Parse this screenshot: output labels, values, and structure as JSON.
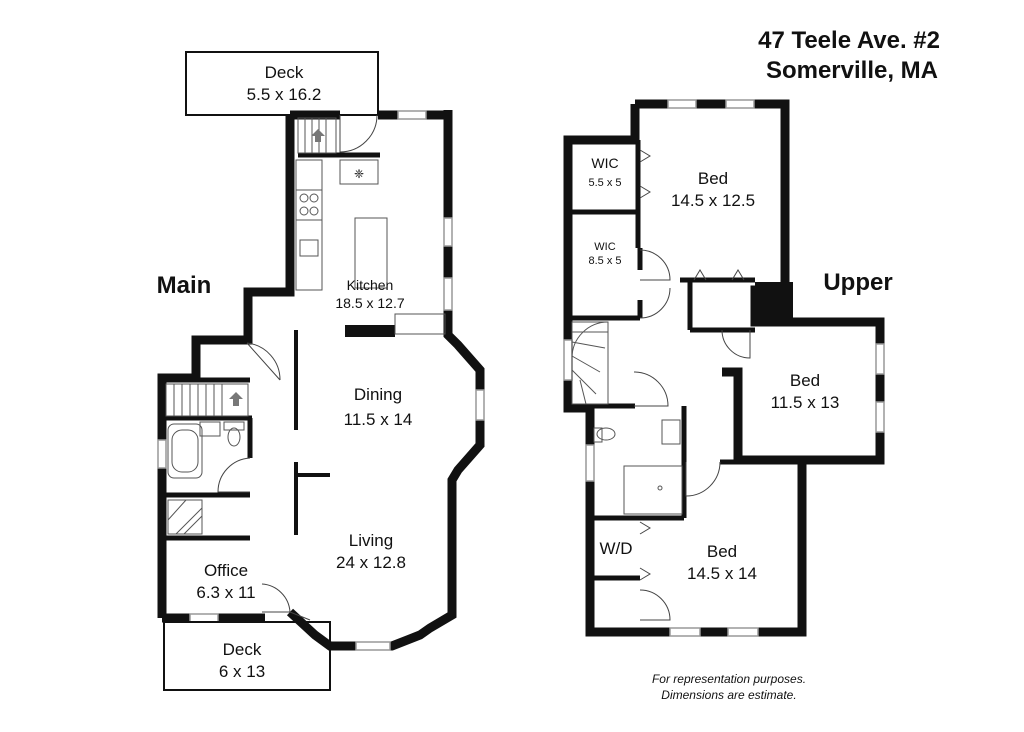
{
  "title": {
    "line1": "47 Teele Ave. #2",
    "line2": "Somerville, MA"
  },
  "floors": {
    "main": "Main",
    "upper": "Upper"
  },
  "rooms": {
    "deck_top": {
      "name": "Deck",
      "dims": "5.5 x 16.2"
    },
    "kitchen": {
      "name": "Kitchen",
      "dims": "18.5 x 12.7"
    },
    "dining": {
      "name": "Dining",
      "dims": "11.5 x 14"
    },
    "living": {
      "name": "Living",
      "dims": "24 x 12.8"
    },
    "office": {
      "name": "Office",
      "dims": "6.3 x 11"
    },
    "deck_bottom": {
      "name": "Deck",
      "dims": "6 x 13"
    },
    "wic1": {
      "name": "WIC",
      "dims": "5.5 x 5"
    },
    "wic2": {
      "name": "WIC",
      "dims": "8.5 x 5"
    },
    "bed1": {
      "name": "Bed",
      "dims": "14.5 x 12.5"
    },
    "bed2": {
      "name": "Bed",
      "dims": "11.5 x 13"
    },
    "bed3": {
      "name": "Bed",
      "dims": "14.5 x 14"
    },
    "wd": {
      "name": "W/D"
    }
  },
  "note": {
    "line1": "For representation purposes.",
    "line2": "Dimensions are estimate."
  }
}
